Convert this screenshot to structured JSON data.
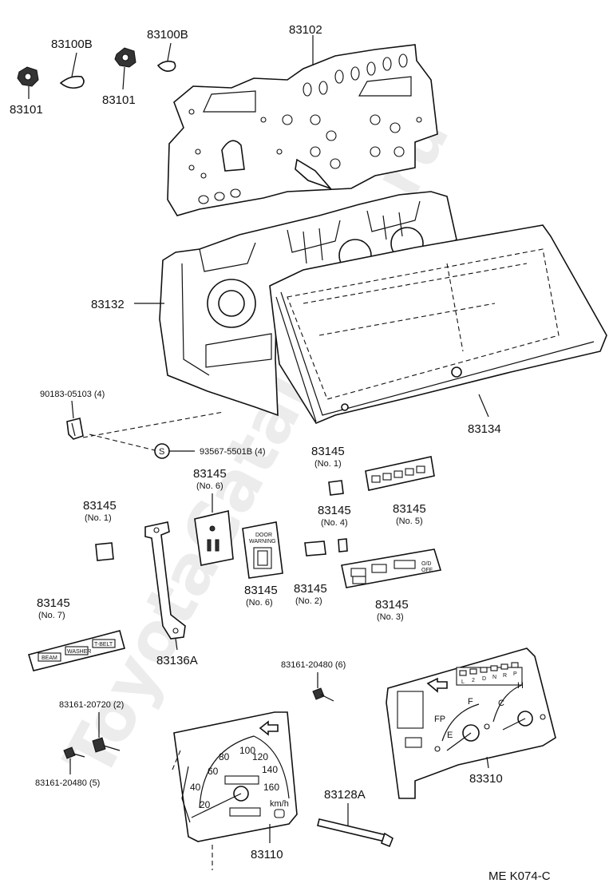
{
  "watermark": "ToyotaCatalogue.ru",
  "diagram_code": "ME K074-C",
  "parts": {
    "p83102": "83102",
    "p83100b_left": "83100B",
    "p83100b_right": "83100B",
    "p83101_left": "83101",
    "p83101_right": "83101",
    "p83132": "83132",
    "p83134": "83134",
    "screw_90183": "90183-05103 (4)",
    "screw_93567": "93567-5501B (4)",
    "s_symbol": "S",
    "p83145_no1_top": {
      "num": "83145",
      "sub": "(No. 1)"
    },
    "p83145_no6_top": {
      "num": "83145",
      "sub": "(No. 6)"
    },
    "p83145_no1_left": {
      "num": "83145",
      "sub": "(No. 1)"
    },
    "p83145_no4": {
      "num": "83145",
      "sub": "(No. 4)"
    },
    "p83145_no5": {
      "num": "83145",
      "sub": "(No. 5)"
    },
    "p83145_no2": {
      "num": "83145",
      "sub": "(No. 2)"
    },
    "p83145_no3": {
      "num": "83145",
      "sub": "(No. 3)"
    },
    "p83145_no6_bottom": {
      "num": "83145",
      "sub": "(No. 6)"
    },
    "p83145_no7": {
      "num": "83145",
      "sub": "(No. 7)"
    },
    "p83136a": "83136A",
    "screw_83161_6": "83161-20480 (6)",
    "screw_83161_2": "83161-20720 (2)",
    "screw_83161_5": "83161-20480 (5)",
    "p83310": "83310",
    "p83128a": "83128A",
    "p83110": "83110"
  },
  "speedometer": {
    "marks": [
      "20",
      "40",
      "60",
      "80",
      "100",
      "120",
      "140",
      "160"
    ],
    "unit": "km/h"
  },
  "warning_plate": {
    "line1": "DOOR",
    "line2": "WARNING"
  },
  "gear_indicator": [
    "L",
    "2",
    "D",
    "N",
    "R",
    "P"
  ],
  "gauge_labels": {
    "fuel_full": "F",
    "fuel_empty": "E",
    "fuel_mark": "FP",
    "temp_cold": "C",
    "temp_hot": "H"
  },
  "strip_no7": [
    "BEAM",
    "WASHER",
    "T-BELT"
  ],
  "strip_no3": [
    "O/D",
    "OFF"
  ]
}
